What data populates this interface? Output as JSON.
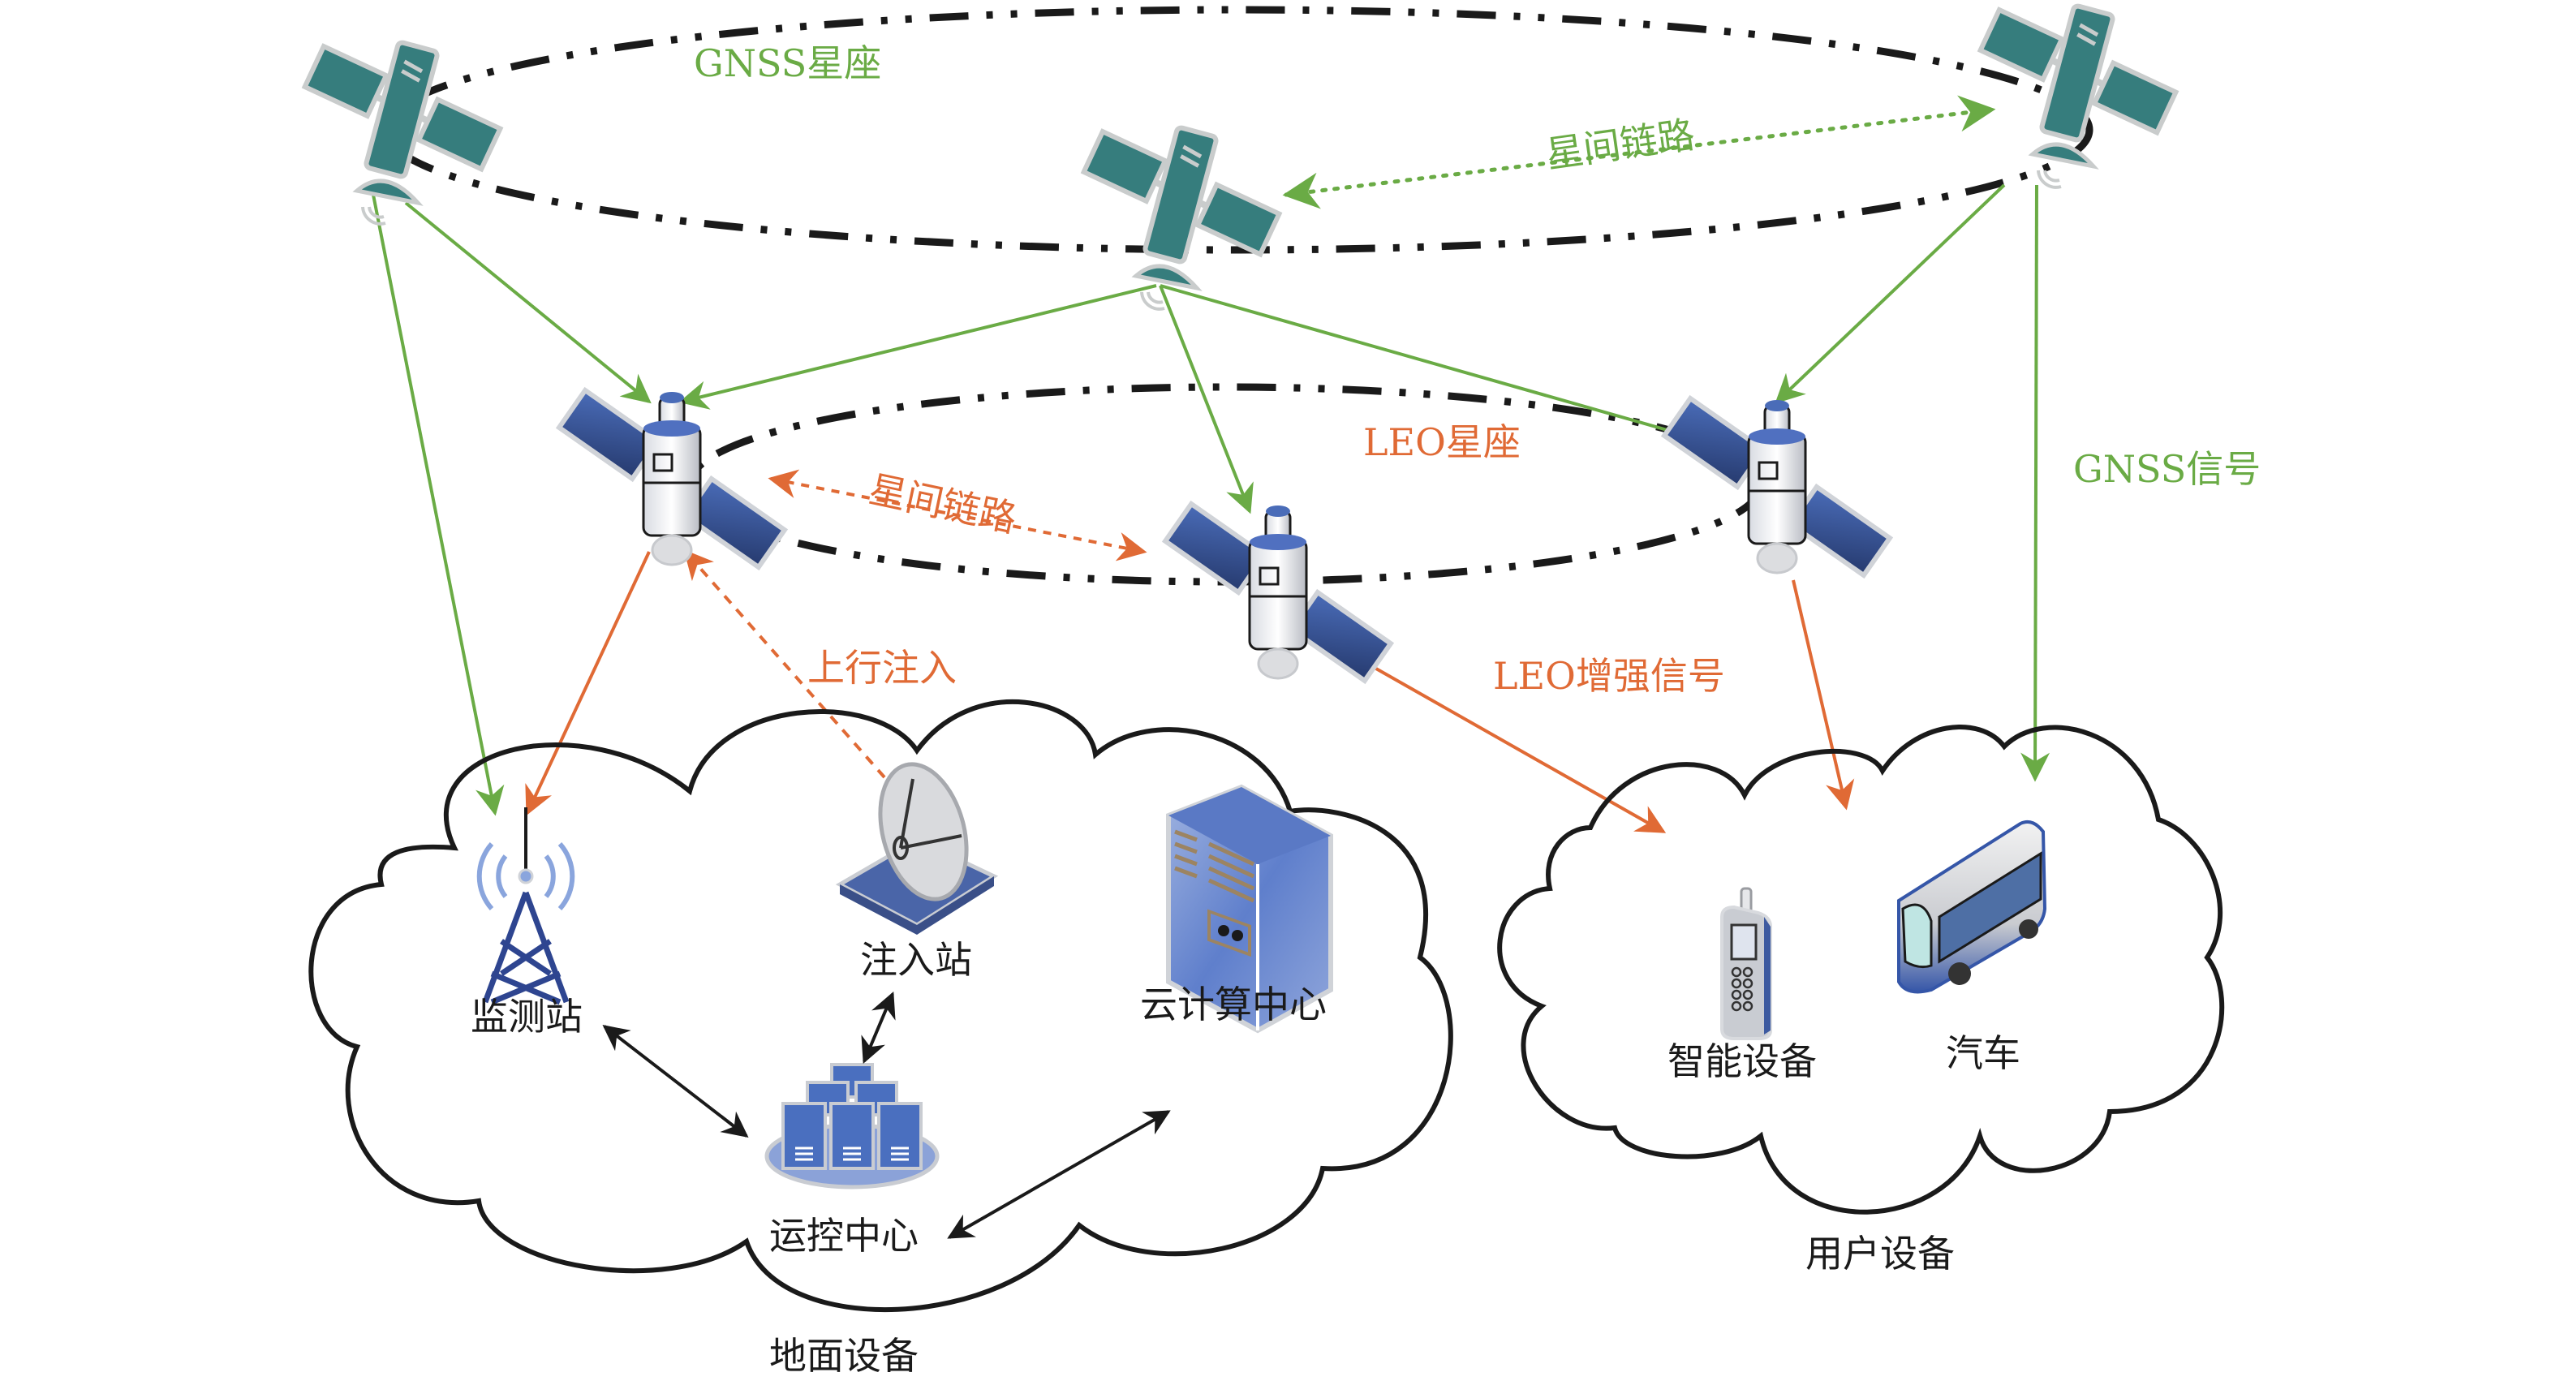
{
  "colors": {
    "gnss_green": "#6aab45",
    "leo_orange": "#e06a35",
    "orbit_black": "#1a1a1a",
    "gnss_sat_teal": "#367d7d",
    "leo_panel_blue": "#3d5aa0",
    "device_blue": "#4a6fbf"
  },
  "diagram": {
    "title_labels": {
      "gnss_constellation": "GNSS星座",
      "gnss_isl": "星间链路",
      "leo_constellation": "LEO星座",
      "leo_isl": "星间链路",
      "uplink_injection": "上行注入",
      "leo_enhanced_signal": "LEO增强信号",
      "gnss_signal": "GNSS信号"
    },
    "ground_segment": {
      "group_label": "地面设备",
      "nodes": [
        {
          "id": "monitor",
          "label": "监测站",
          "icon": "signal-tower-icon"
        },
        {
          "id": "injection",
          "label": "注入站",
          "icon": "satellite-dish-icon"
        },
        {
          "id": "cloud",
          "label": "云计算中心",
          "icon": "server-cabinet-icon"
        },
        {
          "id": "control",
          "label": "运控中心",
          "icon": "server-cluster-icon"
        }
      ]
    },
    "user_segment": {
      "group_label": "用户设备",
      "nodes": [
        {
          "id": "smart",
          "label": "智能设备",
          "icon": "mobile-phone-icon"
        },
        {
          "id": "car",
          "label": "汽车",
          "icon": "bus-icon"
        }
      ]
    },
    "satellites": {
      "gnss": [
        "gnss-left",
        "gnss-middle",
        "gnss-right"
      ],
      "leo": [
        "leo-left",
        "leo-middle",
        "leo-right"
      ]
    },
    "links": [
      {
        "from": "gnss-left",
        "to": "monitor",
        "type": "GNSS信号",
        "style": "solid-green"
      },
      {
        "from": "gnss-left",
        "to": "leo-left",
        "type": "GNSS信号",
        "style": "solid-green"
      },
      {
        "from": "gnss-middle",
        "to": "leo-left",
        "type": "GNSS信号",
        "style": "solid-green"
      },
      {
        "from": "gnss-middle",
        "to": "leo-middle",
        "type": "GNSS信号",
        "style": "solid-green"
      },
      {
        "from": "gnss-middle",
        "to": "leo-right",
        "type": "GNSS信号",
        "style": "solid-green"
      },
      {
        "from": "gnss-right",
        "to": "leo-right",
        "type": "GNSS信号",
        "style": "solid-green"
      },
      {
        "from": "gnss-right",
        "to": "car",
        "type": "GNSS信号",
        "style": "solid-green"
      },
      {
        "from": "gnss-middle",
        "to": "gnss-right",
        "type": "星间链路",
        "style": "dotted-green-bidirectional"
      },
      {
        "from": "leo-left",
        "to": "leo-middle",
        "type": "星间链路",
        "style": "dashed-orange-bidirectional"
      },
      {
        "from": "leo-left",
        "to": "monitor",
        "type": "LEO增强信号",
        "style": "solid-orange"
      },
      {
        "from": "injection",
        "to": "leo-left",
        "type": "上行注入",
        "style": "dashed-orange"
      },
      {
        "from": "leo-middle",
        "to": "smart",
        "type": "LEO增强信号",
        "style": "solid-orange"
      },
      {
        "from": "leo-right",
        "to": "car",
        "type": "LEO增强信号",
        "style": "solid-orange"
      },
      {
        "from": "monitor",
        "to": "control",
        "style": "black-bidirectional"
      },
      {
        "from": "injection",
        "to": "control",
        "style": "black-bidirectional"
      },
      {
        "from": "cloud",
        "to": "control",
        "style": "black-bidirectional"
      }
    ]
  }
}
